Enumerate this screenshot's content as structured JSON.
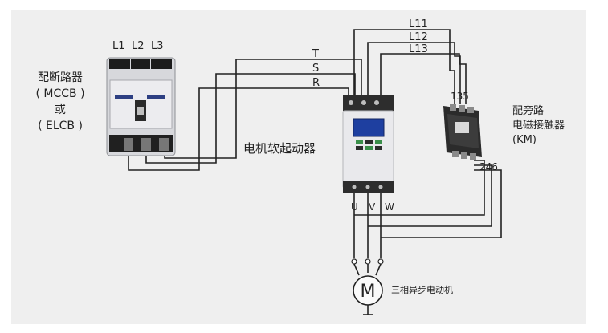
{
  "breaker": {
    "phase_labels": [
      "L1",
      "L2",
      "L3"
    ],
    "title_line1": "配断路器",
    "title_line2": "( MCCB )",
    "title_line3": "或",
    "title_line4": "( ELCB )"
  },
  "soft_starter": {
    "label": "电机软起动器",
    "input_labels": [
      "T",
      "S",
      "R"
    ],
    "output_labels": [
      "U",
      "V",
      "W"
    ]
  },
  "bypass_contactor": {
    "line_labels": [
      "L11",
      "L12",
      "L13"
    ],
    "top_terminals": "135",
    "bottom_terminals": "246",
    "title_line1": "配旁路",
    "title_line2": "电磁接触器",
    "title_line3": "(KM)"
  },
  "motor": {
    "symbol": "M",
    "label": "三相异步电动机"
  },
  "colors": {
    "background": "#efefef",
    "wire": "#222222",
    "device_body": "#e9e9ec",
    "display": "#1e3fa0",
    "key_green": "#3a8f4a"
  }
}
